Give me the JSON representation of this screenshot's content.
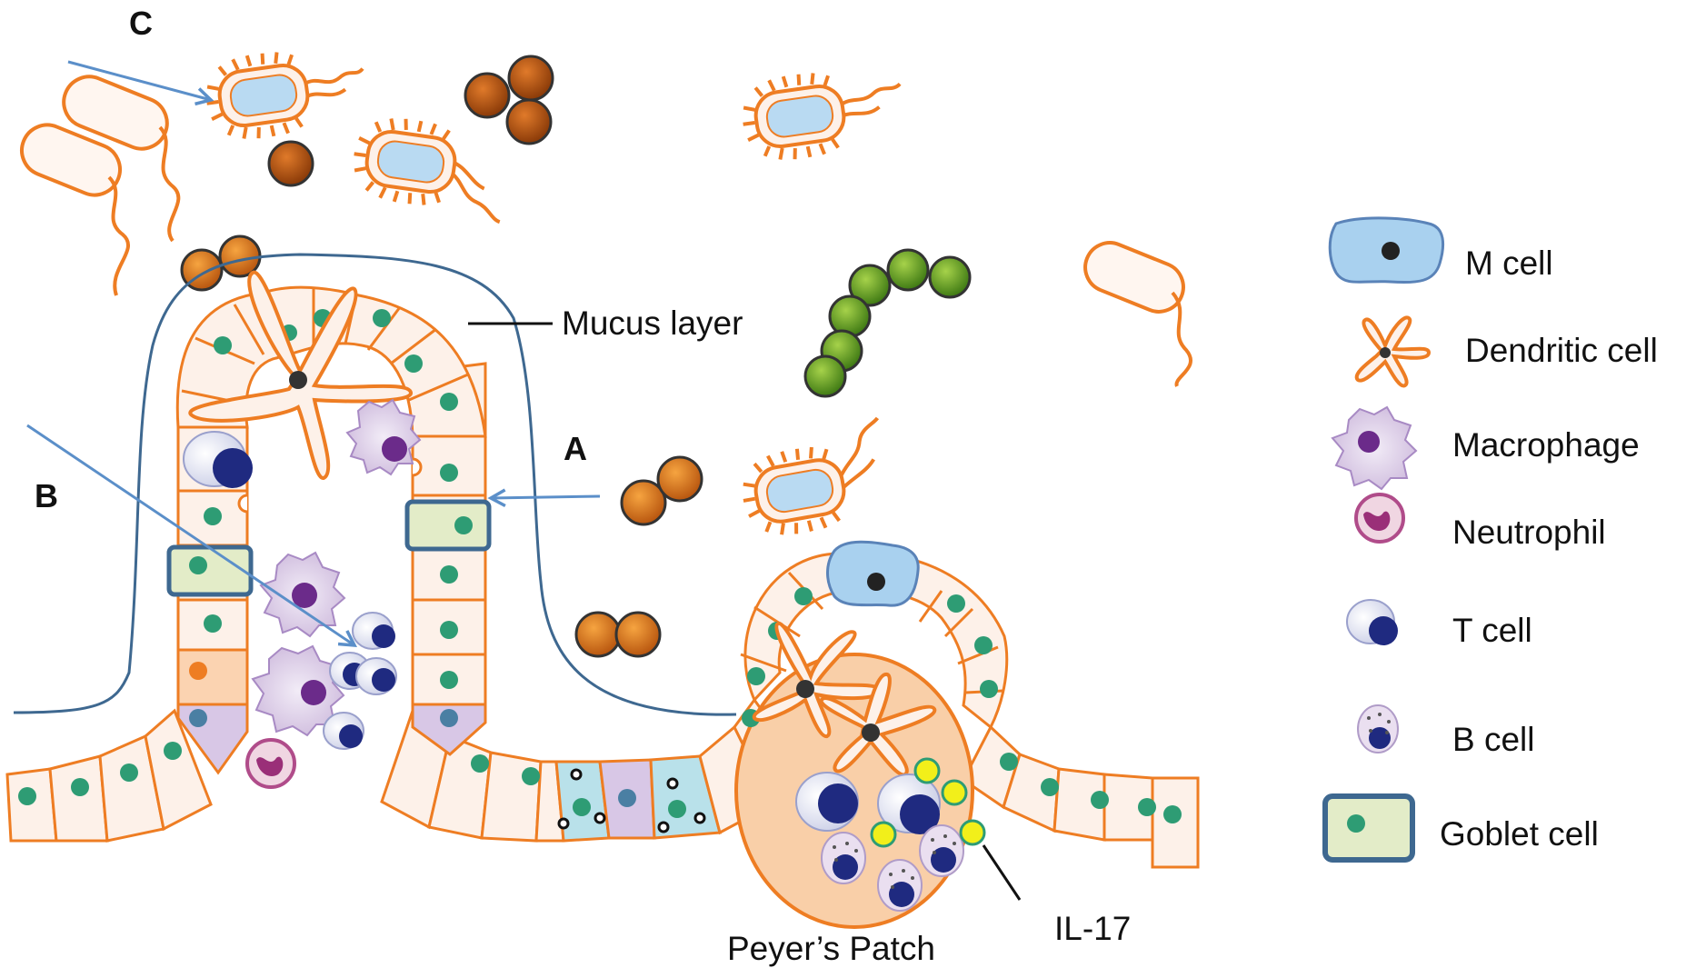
{
  "diagram": {
    "letters": {
      "a": "A",
      "b": "B",
      "c": "C"
    },
    "labels": {
      "mucus_layer": "Mucus layer",
      "peyers_patch": "Peyer’s Patch",
      "il17": "IL-17"
    }
  },
  "legend": {
    "items": [
      {
        "label": "M cell",
        "icon": "m-cell-icon"
      },
      {
        "label": "Dendritic cell",
        "icon": "dendritic-cell-icon"
      },
      {
        "label": "Macrophage",
        "icon": "macrophage-icon"
      },
      {
        "label": "Neutrophil",
        "icon": "neutrophil-icon"
      },
      {
        "label": "T cell",
        "icon": "t-cell-icon"
      },
      {
        "label": "B cell",
        "icon": "b-cell-icon"
      },
      {
        "label": "Goblet cell",
        "icon": "goblet-cell-icon"
      }
    ]
  },
  "colors": {
    "membrane": "#ee7d23",
    "cell_fill": "#fdf1e9",
    "nucleus": "#2e9c74",
    "mucus_line": "#3e6890",
    "arrow": "#5b8fc9",
    "coccus": "#d97a1a",
    "strepto": "#6fa82a",
    "patch_fill": "#f9cfa8",
    "il17": "#f2ef1a"
  }
}
